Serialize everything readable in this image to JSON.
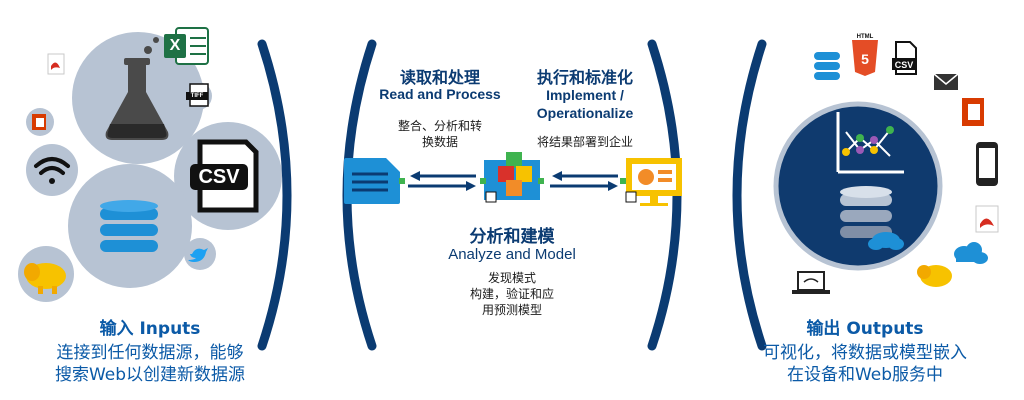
{
  "inputs": {
    "title": "输入 Inputs",
    "desc_line1": "连接到任何数据源，能够",
    "desc_line2": "搜索Web以创建新数据源",
    "badges": {
      "csv": "CSV",
      "tiff": "TIFF",
      "excel": "X"
    }
  },
  "process": {
    "read": {
      "zh": "读取和处理",
      "en": "Read and Process",
      "desc_line1": "整合、分析和转",
      "desc_line2": "换数据"
    },
    "implement": {
      "zh": "执行和标准化",
      "en_line1": "Implement /",
      "en_line2": "Operationalize",
      "desc": "将结果部署到企业"
    },
    "analyze": {
      "zh": "分析和建模",
      "en": "Analyze and Model",
      "desc_line1": "发现模式",
      "desc_line2": "构建，验证和应",
      "desc_line3": "用预测模型"
    }
  },
  "outputs": {
    "title": "输出 Outputs",
    "desc_line1": "可视化，将数据或模型嵌入",
    "desc_line2": "在设备和Web服务中",
    "badges": {
      "html": "HTML",
      "html_num": "5",
      "csv": "CSV"
    }
  },
  "icons": {
    "inputs": [
      "pdf-icon",
      "excel-icon",
      "tiff-icon",
      "office-icon",
      "flask-icon",
      "csv-icon",
      "wifi-icon",
      "database-icon",
      "twitter-icon",
      "hadoop-icon"
    ],
    "process": [
      "document-icon",
      "data-cube-icon",
      "presentation-icon",
      "arrow-left-icon",
      "arrow-right-icon"
    ],
    "outputs": [
      "database-icon",
      "html5-icon",
      "csv-icon",
      "mail-icon",
      "office-icon",
      "chart-icon",
      "cloud-database-icon",
      "phone-icon",
      "pdf-icon",
      "cloud-icon",
      "laptop-icon",
      "hadoop-icon"
    ]
  },
  "colors": {
    "navy": "#0b3b72",
    "accent_blue": "#0b5aa7",
    "circle_gray": "#b7c3d3",
    "output_circle": "#0f3a6e"
  }
}
